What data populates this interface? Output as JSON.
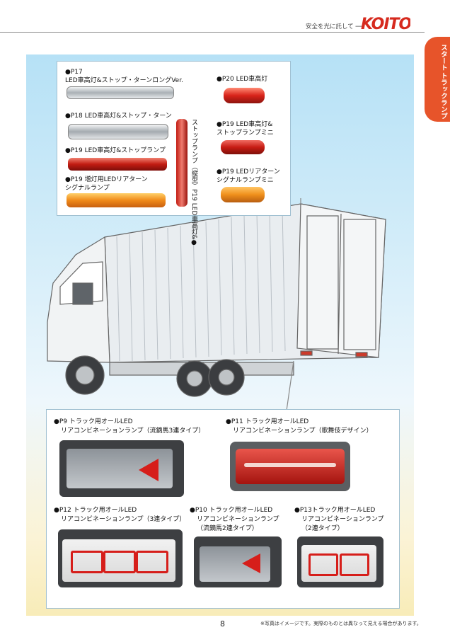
{
  "header": {
    "slogan": "安全を光に託して ──",
    "logo_text": "KOITO",
    "logo_color": "#d62a1e"
  },
  "side_tab": {
    "line1": "スタート",
    "line2": "トラックランプ",
    "color": "#e7542a"
  },
  "top_products": [
    {
      "line1": "●P17",
      "line2": "LED車高灯&ストップ・ターンロングVer.",
      "lamp": "clear-long"
    },
    {
      "line1": "●P18 LED車高灯&ストップ・ターン",
      "line2": "",
      "lamp": "clear"
    },
    {
      "line1": "●P19 LED車高灯&ストップランプ",
      "line2": "",
      "lamp": "red"
    },
    {
      "line1": "●P19 増灯用LEDリアターン",
      "line2": "シグナルランプ",
      "lamp": "amber"
    },
    {
      "line1": "●P20 LED車高灯",
      "line2": "",
      "lamp": "red-small"
    },
    {
      "line1": "●P19 LED車高灯&",
      "line2": "ストップランプミニ",
      "lamp": "red-mini"
    },
    {
      "line1": "●P19 LEDリアターン",
      "line2": "シグナルランプミニ",
      "lamp": "amber-mini"
    }
  ],
  "vertical_product": {
    "dot": "●",
    "col1": "P19 LED車高灯&",
    "col2": "ストップランプ（縦型）"
  },
  "bottom_products": [
    {
      "line1": "●P9 トラック用オールLED",
      "line2": "リアコンビネーションランプ（流鏑馬3連タイプ）"
    },
    {
      "line1": "●P11 トラック用オールLED",
      "line2": "リアコンビネーションランプ（歌舞伎デザイン）"
    },
    {
      "line1": "●P12 トラック用オールLED",
      "line2": "リアコンビネーションランプ（3連タイプ）"
    },
    {
      "line1": "●P10 トラック用オールLED",
      "line2": "リアコンビネーションランプ",
      "line3": "（流鏑馬2連タイプ）"
    },
    {
      "line1": "●P13トラック用オールLED",
      "line2": "リアコンビネーションランプ",
      "line3": "（2連タイプ）"
    }
  ],
  "footer": {
    "page_number": "8",
    "note": "※写真はイメージです。実際のものとは異なって見える場合があります。"
  }
}
